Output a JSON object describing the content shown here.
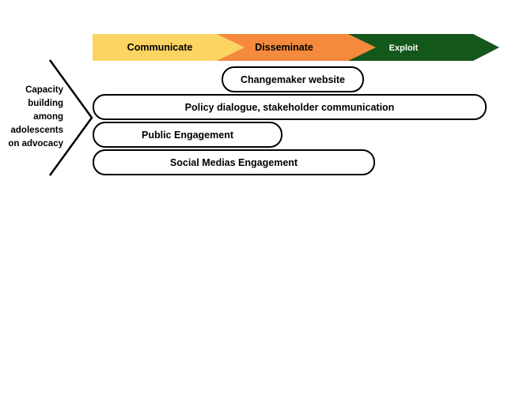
{
  "phases": [
    {
      "label": "Communicate",
      "color": "#fcd462",
      "text_color": "#000000"
    },
    {
      "label": "Disseminate",
      "color": "#f5893d",
      "text_color": "#000000"
    },
    {
      "label": "Exploit",
      "color": "#14571b",
      "text_color": "#ffffff"
    }
  ],
  "left_label": {
    "lines": [
      "Capacity",
      "building",
      "among",
      "adolescents",
      "on advocacy"
    ]
  },
  "activities": [
    {
      "label": "Changemaker website"
    },
    {
      "label": "Policy dialogue, stakeholder communication"
    },
    {
      "label": "Public Engagement"
    },
    {
      "label": "Social Medias Engagement"
    }
  ]
}
